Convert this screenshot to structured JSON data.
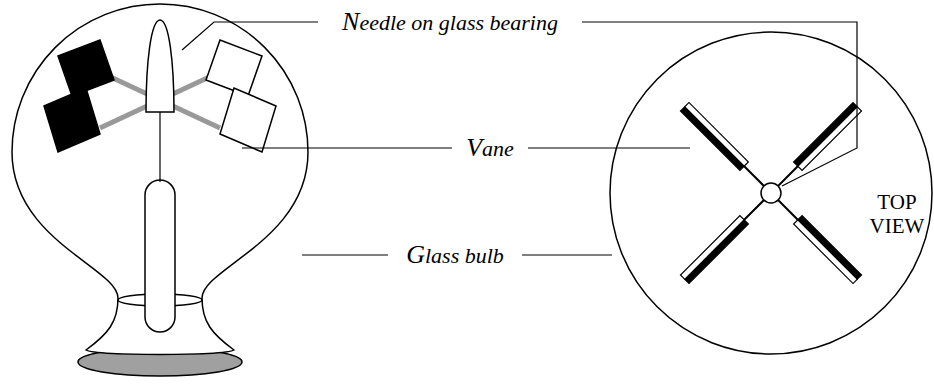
{
  "diagram": {
    "labels": [
      "Needle on glass bearing",
      "Vane",
      "Glass bulb",
      "TOP VIEW"
    ]
  }
}
